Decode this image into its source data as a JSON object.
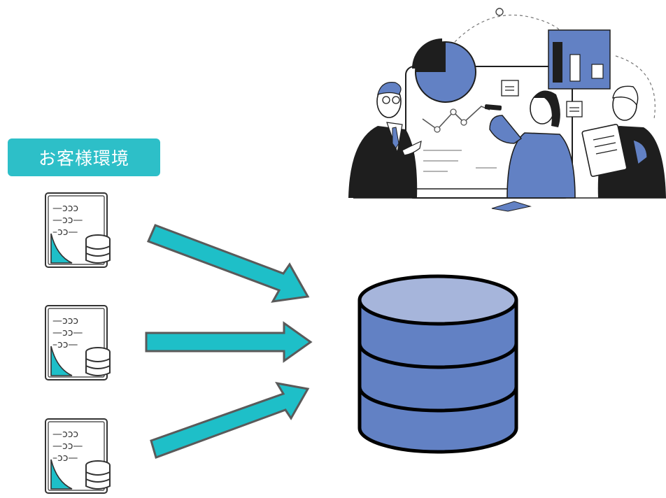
{
  "label": {
    "text": "お客様環境"
  },
  "doc_icon": {
    "lines": [
      "—ɔɔɔ",
      "—ɔɔ—",
      "–ɔɔ—"
    ]
  },
  "colors": {
    "accent": "#1EBFC8",
    "label_bg": "#2DBFC8",
    "db_fill": "#6281C4",
    "db_top": "#A6B5DB",
    "db_stroke": "#000000",
    "illustration_blue": "#6281C4",
    "illustration_dark": "#1E1E1E",
    "arrow_outline": "#5a5a5a"
  }
}
